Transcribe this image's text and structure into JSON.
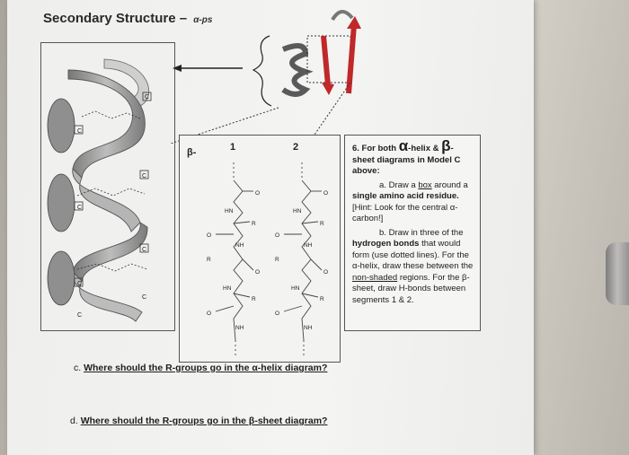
{
  "title": {
    "text": "Secondary Structure –",
    "scribble": "α-ps"
  },
  "diagram": {
    "beta_label": "β-",
    "segment_1": "1",
    "segment_2": "2"
  },
  "q6": {
    "lead": "6. For both ",
    "alpha": "α",
    "helix_amp": "-helix & ",
    "beta": "β",
    "dash": "-",
    "lead2": "sheet diagrams in Model C above:",
    "a_label": "a.",
    "a_text1": "Draw a",
    "a_box": "box",
    "a_text2": "around a",
    "a_bold": "single amino acid residue.",
    "a_hint": "[Hint: Look for the central α-carbon!]",
    "b_label": "b.",
    "b_text1": "Draw in three of the",
    "b_bold": "hydrogen bonds",
    "b_text2": "that would form (use dotted lines). For the α-helix, draw these between the",
    "b_underline": "non-shaded",
    "b_text3": " regions. For the β-sheet, draw H-bonds between segments 1 & 2."
  },
  "qc": {
    "label": "c.",
    "text": "Where should the R-groups go in the α-helix diagram?"
  },
  "qd": {
    "label": "d.",
    "text": "Where should the R-groups  go in the β-sheet diagram?"
  }
}
